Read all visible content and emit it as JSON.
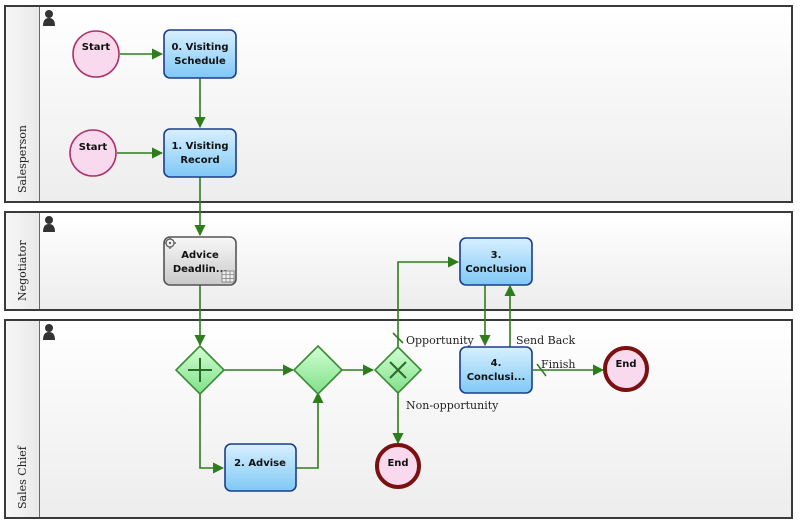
{
  "lanes": [
    {
      "name": "Salesperson"
    },
    {
      "name": "Negotiator"
    },
    {
      "name": "Sales Chief"
    }
  ],
  "nodes": {
    "start1": "Start",
    "start2": "Start",
    "task0": [
      "0. Visiting",
      "Schedule"
    ],
    "task1": [
      "1. Visiting",
      "Record"
    ],
    "advice": [
      "Advice",
      "Deadlin..."
    ],
    "task2": "2. Advise",
    "task3": [
      "3.",
      "Conclusion"
    ],
    "task4": [
      "4.",
      "Conclusi..."
    ],
    "end1": "End",
    "end2": "End"
  },
  "edge_labels": {
    "opportunity": "Opportunity",
    "non_opportunity": "Non-opportunity",
    "send_back": "Send Back",
    "finish": "Finish"
  },
  "colors": {
    "flow": "#2e7d1c",
    "task_fill": "#a9dcfa",
    "task_stroke": "#1b3d8c",
    "gateway_fill": "#a4f0a8",
    "gateway_stroke": "#3d8a35",
    "start_fill": "#f9d9ee",
    "start_stroke": "#b0326a",
    "end_fill": "#f9d9ee",
    "end_stroke": "#7a1010",
    "service_fill": "#e6e6e6",
    "service_stroke": "#555555"
  }
}
